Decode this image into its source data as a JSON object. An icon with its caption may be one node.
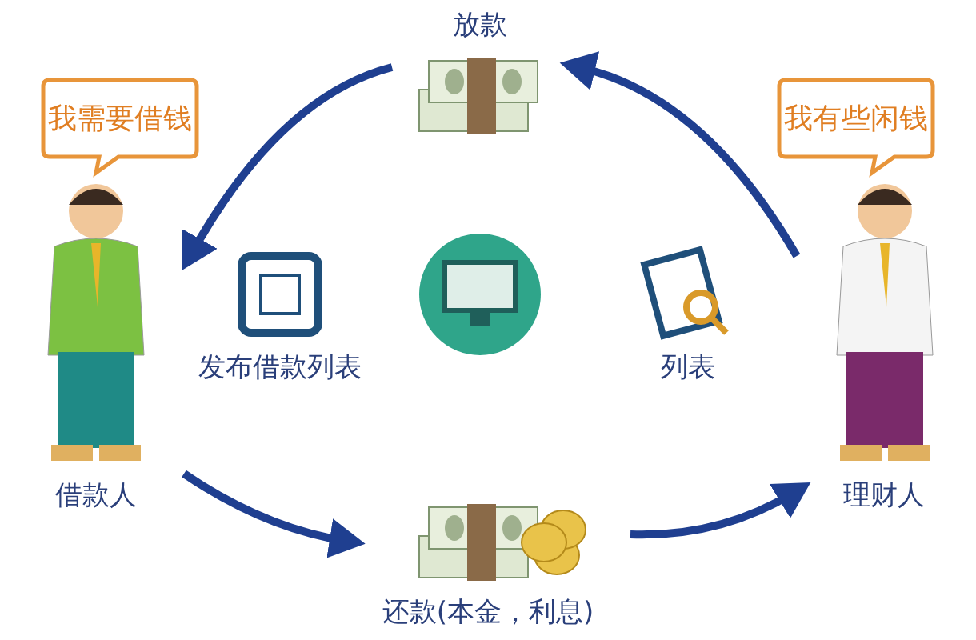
{
  "diagram": {
    "nodes": [
      {
        "text": [
          "放款"
        ]
      },
      {
        "text": [
          "我需要借钱"
        ]
      },
      {
        "text": [
          "我有些闲钱"
        ]
      },
      {
        "text": [
          "借款人"
        ]
      },
      {
        "text": [
          "理财人"
        ]
      },
      {
        "text": [
          "还款(本金，利息)"
        ]
      },
      {
        "text": [
          "发布借款列表"
        ]
      },
      {
        "text": [],
        "shape": "picture"
      },
      {
        "text": [
          "列表"
        ]
      }
    ],
    "edges": [
      {
        "from": 4,
        "to": 0,
        "arrow": "to"
      },
      {
        "from": 0,
        "to": 3,
        "arrow": "to"
      },
      {
        "from": 3,
        "to": 5,
        "arrow": "to"
      },
      {
        "from": 5,
        "to": 4,
        "arrow": "to"
      }
    ]
  }
}
